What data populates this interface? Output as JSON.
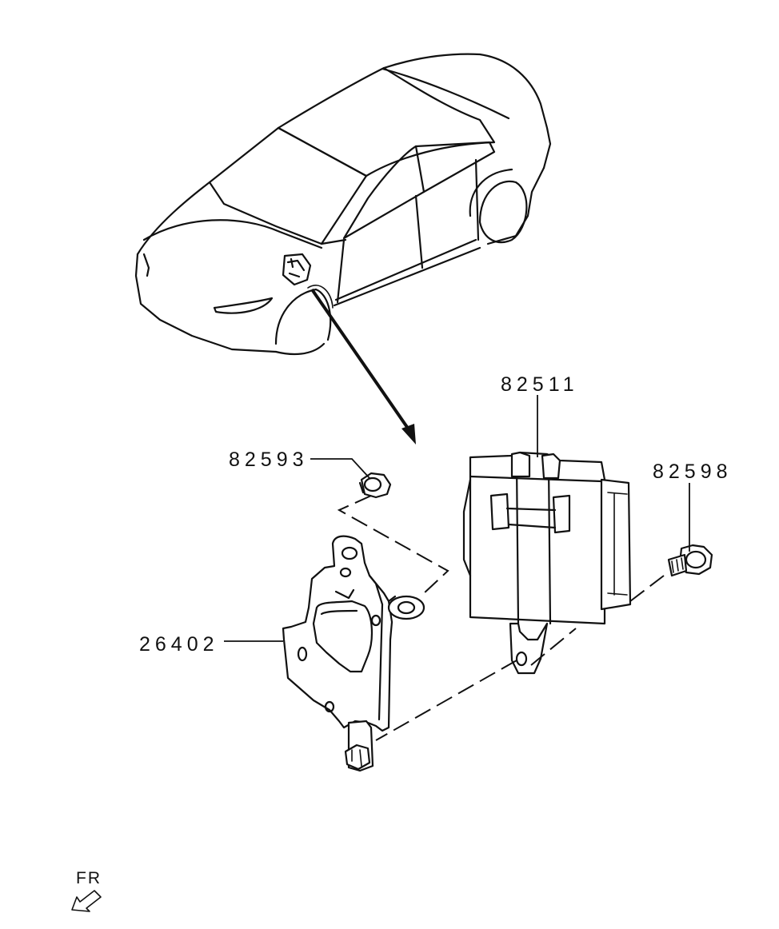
{
  "labels": {
    "ecu": "82511",
    "nut": "82593",
    "bolt": "82598",
    "bracket": "26402",
    "direction": "FR"
  }
}
